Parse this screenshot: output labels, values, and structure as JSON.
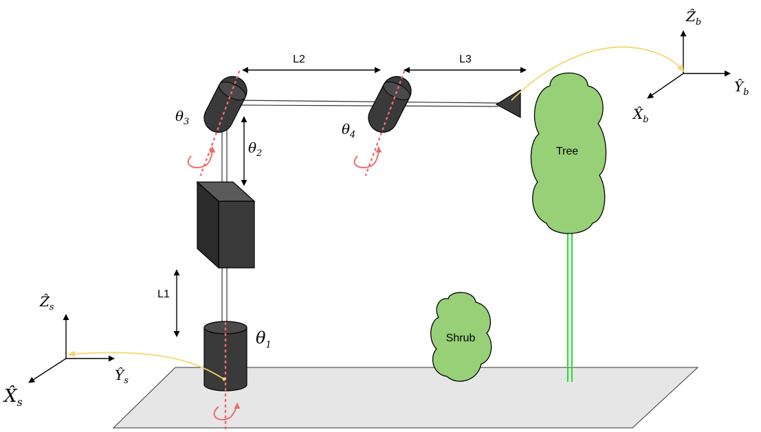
{
  "labels": {
    "l1": "L1",
    "l2": "L2",
    "l3": "L3",
    "tree": "Tree",
    "shrub": "Shrub"
  },
  "angles": {
    "theta": "θ",
    "t1": "1",
    "t2": "2",
    "t3": "3",
    "t4": "4"
  },
  "frames": {
    "space": {
      "z": "Ẑ",
      "y": "Ŷ",
      "x": "X̂",
      "sub": "s"
    },
    "body": {
      "z": "Ẑ",
      "y": "Ŷ",
      "x": "X̂",
      "sub": "b"
    }
  },
  "colors": {
    "link": "#3a3a3a",
    "axis_dots": "#f06a6a",
    "ground": "#e6e6e6",
    "foliage": "#97d077",
    "trunk": "#22dd22",
    "mapping_curve": "#f5d66e"
  }
}
